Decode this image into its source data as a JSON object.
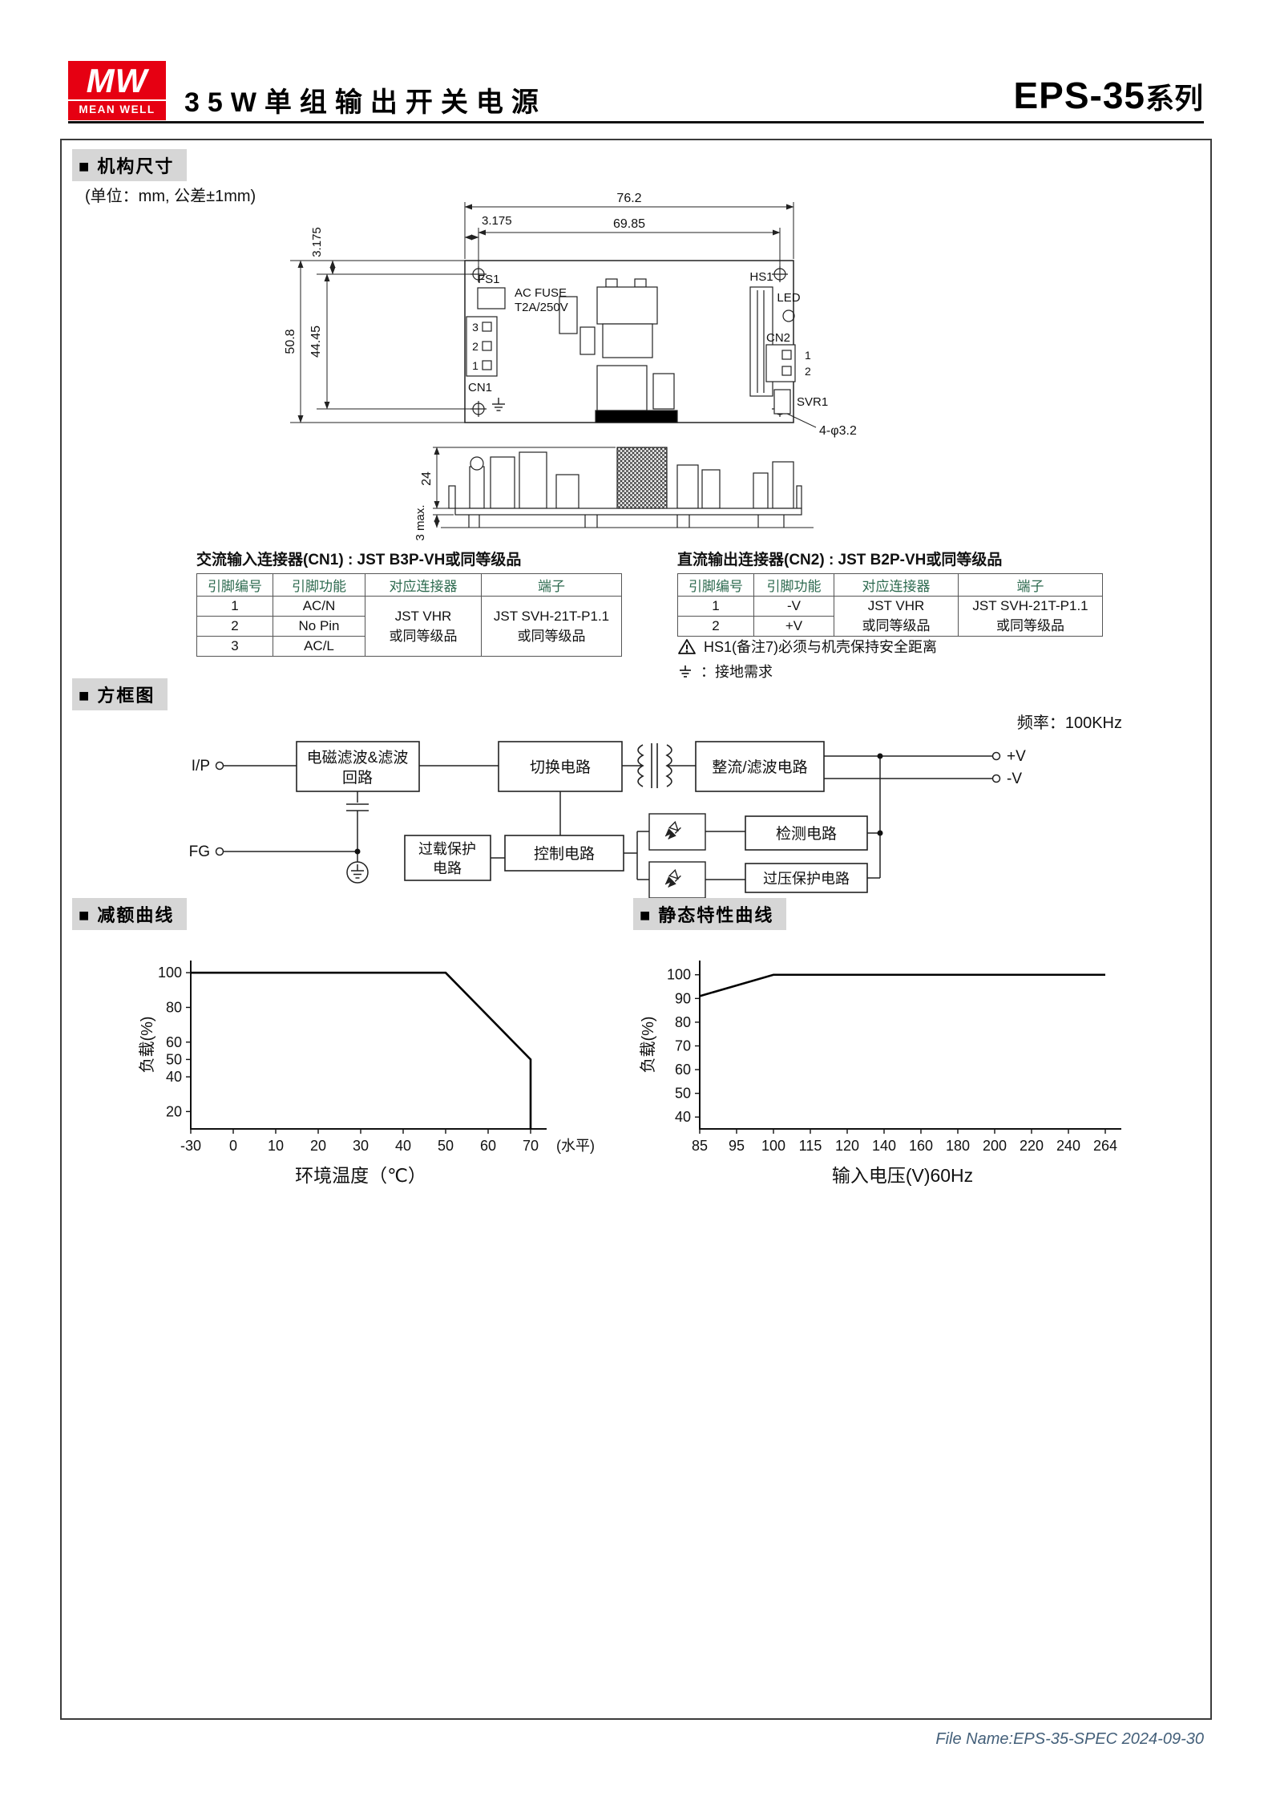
{
  "colors": {
    "logo_red": "#E60012",
    "section_label_bg": "#D6D6D6",
    "table_header_text": "#2D6A4F",
    "footer_text": "#44607A"
  },
  "header": {
    "logo_mw": "MW",
    "logo_text": "MEAN WELL",
    "title": "35W单组输出开关电源",
    "series": "EPS-35",
    "series_suffix": "系列"
  },
  "mech": {
    "section_label": "■ 机构尺寸",
    "unit_note": "(单位：mm, 公差±1mm)",
    "dims": {
      "w_total": "76.2",
      "w_inner": "69.85",
      "offset_top": "3.175",
      "offset_left": "3.175",
      "h_total": "50.8",
      "h_inner": "44.45",
      "side_h": "24",
      "side_pin": "3 max.",
      "hole": "4-φ3.2"
    },
    "components": {
      "fs1": "FS1",
      "fuse_line1": "AC FUSE",
      "fuse_line2": "T2A/250V",
      "hs1": "HS1",
      "led": "LED",
      "cn1": "CN1",
      "cn2": "CN2",
      "svr1": "SVR1",
      "cn1_pins": [
        "3",
        "2",
        "1"
      ],
      "cn2_pins": [
        "1",
        "2"
      ]
    }
  },
  "cn1_table": {
    "title": "交流输入连接器(CN1) : JST B3P-VH或同等级品",
    "headers": [
      "引脚编号",
      "引脚功能",
      "对应连接器",
      "端子"
    ],
    "rows": [
      {
        "pin": "1",
        "func": "AC/N"
      },
      {
        "pin": "2",
        "func": "No Pin"
      },
      {
        "pin": "3",
        "func": "AC/L"
      }
    ],
    "connector_line1": "JST VHR",
    "connector_line2": "或同等级品",
    "terminal_line1": "JST SVH-21T-P1.1",
    "terminal_line2": "或同等级品"
  },
  "cn2_table": {
    "title": "直流输出连接器(CN2) : JST B2P-VH或同等级品",
    "headers": [
      "引脚编号",
      "引脚功能",
      "对应连接器",
      "端子"
    ],
    "rows": [
      {
        "pin": "1",
        "func": "-V"
      },
      {
        "pin": "2",
        "func": "+V"
      }
    ],
    "connector_line1": "JST VHR",
    "connector_line2": "或同等级品",
    "terminal_line1": "JST SVH-21T-P1.1",
    "terminal_line2": "或同等级品"
  },
  "notes": {
    "warning": "HS1(备注7)必须与机壳保持安全距离",
    "ground": "：接地需求"
  },
  "block_diagram": {
    "section_label": "■ 方框图",
    "freq": "频率：100KHz",
    "labels": {
      "ip": "I/P",
      "fg": "FG",
      "vp": "+V",
      "vm": "-V"
    },
    "boxes": {
      "emi1": "电磁滤波&滤波",
      "emi2": "回路",
      "switch": "切换电路",
      "rect": "整流/滤波电路",
      "overload1": "过载保护",
      "overload2": "电路",
      "control": "控制电路",
      "detect": "检测电路",
      "ovp": "过压保护电路"
    }
  },
  "chart_data": [
    {
      "type": "line",
      "title": "■ 减额曲线",
      "xlabel": "环境温度（℃）",
      "ylabel": "负载(%)",
      "x_ticks": [
        -30,
        0,
        10,
        20,
        30,
        40,
        50,
        60,
        70
      ],
      "x_tick_note": "(水平)",
      "y_ticks": [
        20,
        40,
        50,
        60,
        80,
        100
      ],
      "ylim": [
        10,
        107
      ],
      "points": [
        [
          -30,
          100
        ],
        [
          50,
          100
        ],
        [
          70,
          50
        ],
        [
          70,
          10
        ]
      ],
      "legend": null,
      "grid": false
    },
    {
      "type": "line",
      "title": "■ 静态特性曲线",
      "xlabel": "输入电压(V)60Hz",
      "ylabel": "负载(%)",
      "x_ticks": [
        85,
        95,
        100,
        115,
        120,
        140,
        160,
        180,
        200,
        220,
        240,
        264
      ],
      "y_ticks": [
        40,
        50,
        60,
        70,
        80,
        90,
        100
      ],
      "ylim": [
        35,
        106
      ],
      "points": [
        [
          85,
          91
        ],
        [
          100,
          100
        ],
        [
          264,
          100
        ]
      ],
      "legend": null,
      "grid": false
    }
  ],
  "footer": "File Name:EPS-35-SPEC  2024-09-30"
}
